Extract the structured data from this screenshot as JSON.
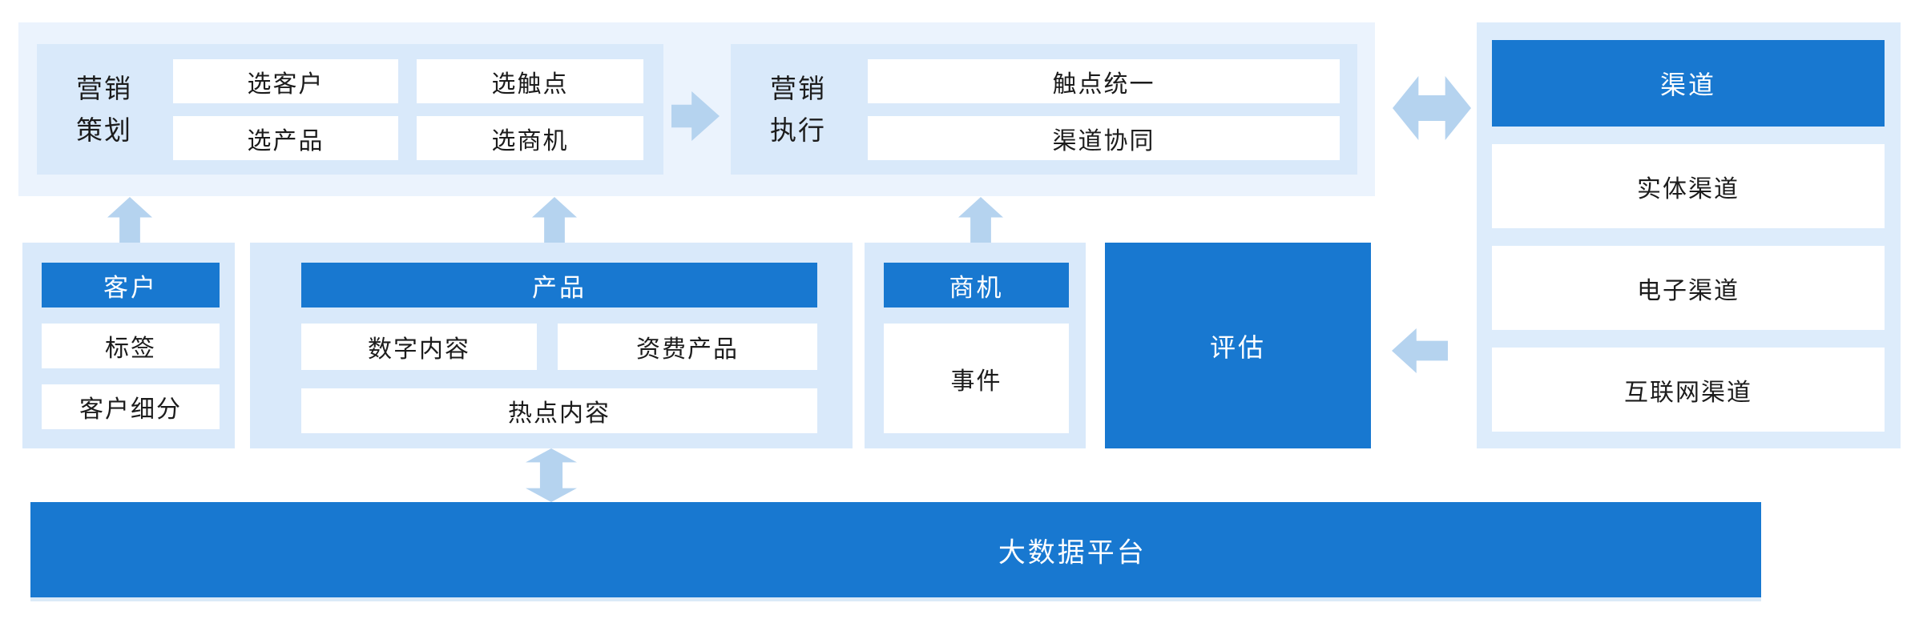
{
  "diagram": {
    "planning": {
      "label": "营销\n策划",
      "items": [
        "选客户",
        "选触点",
        "选产品",
        "选商机"
      ]
    },
    "execution": {
      "label": "营销\n执行",
      "items": [
        "触点统一",
        "渠道协同"
      ]
    },
    "customer": {
      "header": "客户",
      "items": [
        "标签",
        "客户细分"
      ]
    },
    "product": {
      "header": "产品",
      "items": [
        "数字内容",
        "资费产品",
        "热点内容"
      ]
    },
    "opportunity": {
      "header": "商机",
      "items": [
        "事件"
      ]
    },
    "evaluation": {
      "header": "评估"
    },
    "channel": {
      "header": "渠道",
      "items": [
        "实体渠道",
        "电子渠道",
        "互联网渠道"
      ]
    },
    "platform": {
      "header": "大数据平台"
    }
  },
  "icons": {
    "up_arrows": [
      "customer-up",
      "product-up",
      "opportunity-up"
    ],
    "right_arrow": "planning-to-execution",
    "double_horizontal_arrow": "execution-to-channel",
    "left_arrow": "channel-to-evaluation",
    "double_vertical_arrow": "product-to-platform"
  },
  "colors": {
    "primary_blue": "#1878d0",
    "outer_container": "#ebf3fd",
    "inner_panel": "#d9e9fa",
    "channel_column": "#ddecfb",
    "arrow": "#b5d3ef",
    "text_dark": "#1c1c1c",
    "text_on_blue": "#ffffff"
  }
}
